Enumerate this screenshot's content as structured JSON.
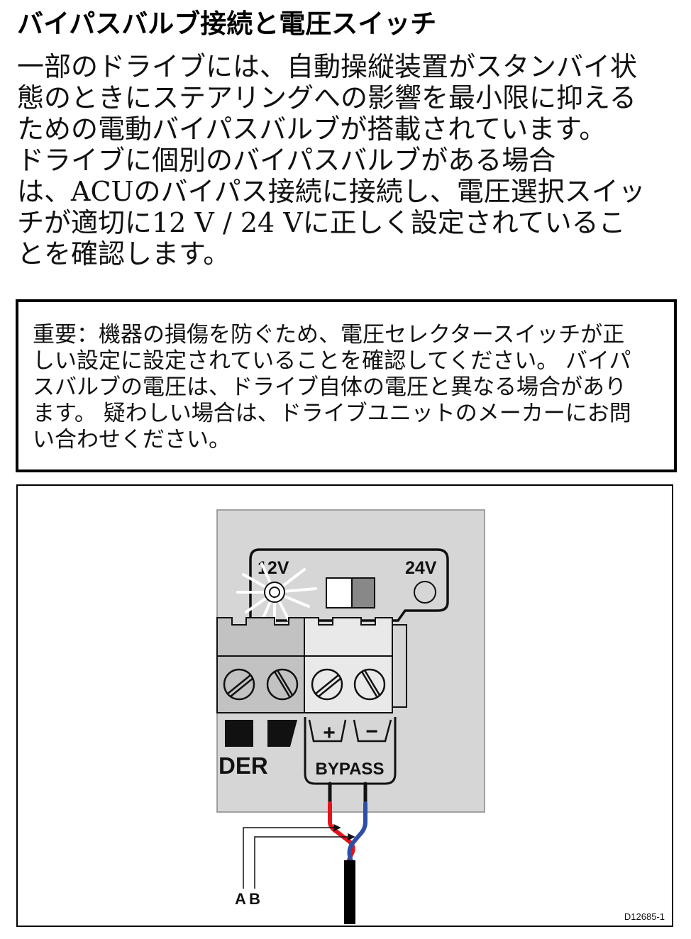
{
  "heading": "バイパスバルブ接続と電圧スイッチ",
  "body_lines": [
    "一部のドライブには、自動操縦装置がスタンバイ状",
    "態のときにステアリングへの影響を最小限に抑える",
    "ための電動バイパスバルブが搭載されています。",
    "ドライブに個別のバイパスバルブがある場合",
    "は、ACUのバイパス接続に接続し、電圧選択スイッ",
    "チが適切に12 V / 24 Vに正しく設定されているこ",
    "とを確認します。"
  ],
  "notice_lines": [
    "重要：機器の損傷を防ぐため、電圧セレクタースイッチが正",
    "しい設定に設定されていることを確認してください。 バイパ",
    "スバルブの電圧は、ドライブ自体の電圧と異なる場合があり",
    "ます。 疑わしい場合は、ドライブユニットのメーカーにお問",
    "い合わせください。"
  ],
  "diagram": {
    "label_12v": "12V",
    "label_24v": "24V",
    "label_der": "DER",
    "label_bypass": "BYPASS",
    "label_plus": "+",
    "label_minus": "−",
    "label_a": "A",
    "label_b": "B",
    "figure_id": "D12685-1",
    "colors": {
      "panel": "#d6d6d6",
      "terminal_dark": "#c2c2c2",
      "terminal_light": "#e9e9e9",
      "switch_dark": "#888888",
      "wire_red": "#e3141b",
      "wire_blue": "#2e4fa6",
      "cable": "#000000"
    }
  }
}
